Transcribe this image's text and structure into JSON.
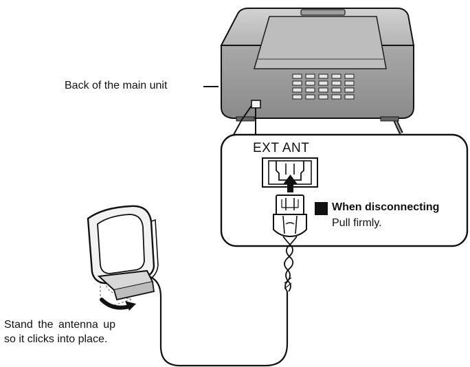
{
  "labels": {
    "back_of_unit": "Back of the main unit",
    "ext_ant": "EXT ANT",
    "when_disconnecting": "When disconnecting",
    "pull_firmly": "Pull firmly.",
    "stand_line1": "Stand the antenna up",
    "stand_line2": "so it clicks into place."
  },
  "icons": {
    "bullet": "black-square-icon",
    "arrow": "up-arrow-icon",
    "rotate": "curved-arrow-icon"
  },
  "colors": {
    "unit_body": "#9a9a9a",
    "unit_top": "#c4c4c4",
    "outline": "#111111"
  }
}
